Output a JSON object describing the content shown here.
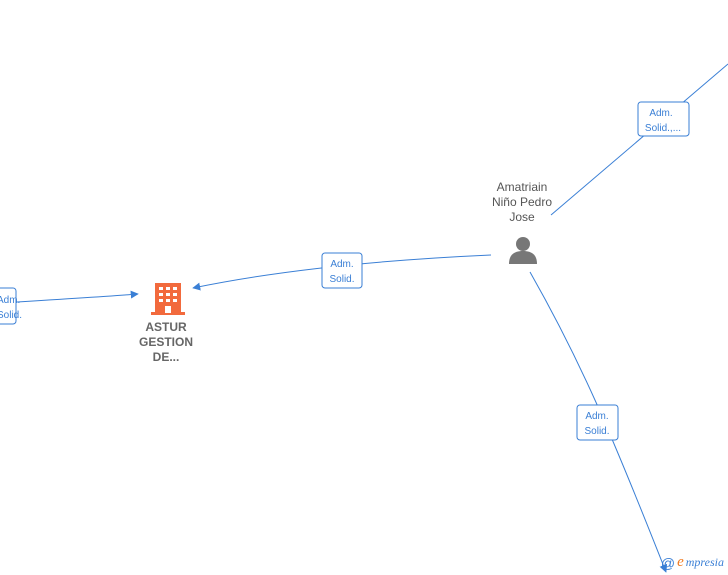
{
  "nodes": {
    "person": {
      "name_lines": [
        "Amatriain",
        "Niño Pedro",
        "Jose"
      ],
      "icon": "person-icon",
      "color": "#777777"
    },
    "company": {
      "name_lines": [
        "ASTUR",
        "GESTION",
        "DE..."
      ],
      "icon": "building-icon",
      "color": "#f26a3d"
    }
  },
  "edges": [
    {
      "id": "left-offscreen",
      "label_lines": [
        "Adm.",
        "Solid."
      ]
    },
    {
      "id": "person-company",
      "label_lines": [
        "Adm.",
        "Solid."
      ]
    },
    {
      "id": "person-topright",
      "label_lines": [
        "Adm.",
        "Solid.,..."
      ]
    },
    {
      "id": "person-bottom",
      "label_lines": [
        "Adm.",
        "Solid."
      ]
    }
  ],
  "brand": {
    "at": "@",
    "e": "e",
    "rest": "mpresia"
  },
  "colors": {
    "edge": "#3a7fd5"
  }
}
